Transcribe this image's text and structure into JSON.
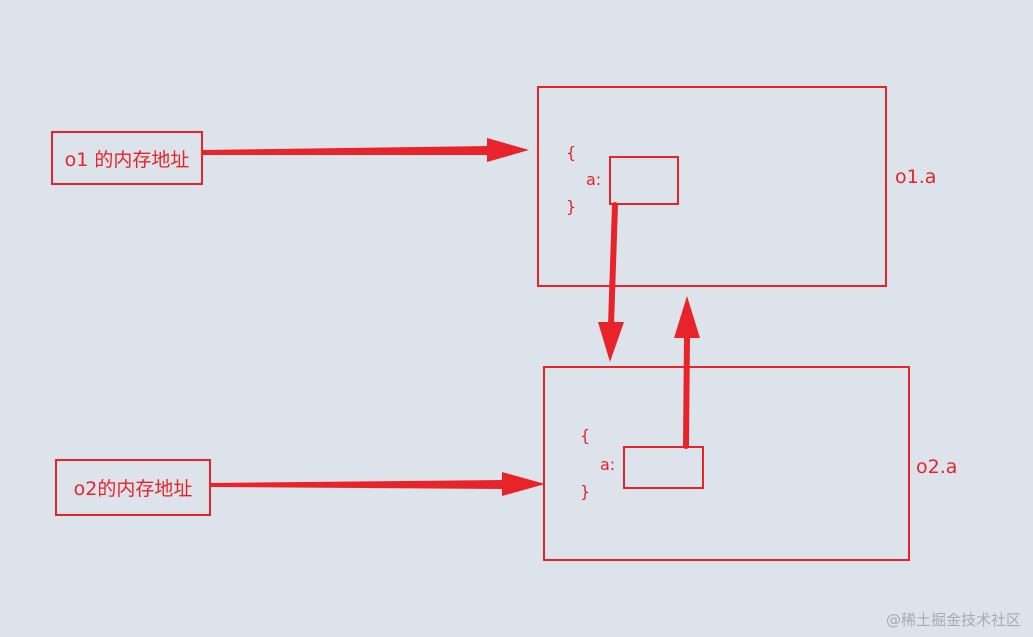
{
  "diagram": {
    "o1_address_label": "o1 的内存地址",
    "o2_address_label": "o2的内存地址",
    "o1": {
      "open_brace": "{",
      "key": "a:",
      "close_brace": "}",
      "side_label": "o1.a"
    },
    "o2": {
      "open_brace": "{",
      "key": "a:",
      "close_brace": "}",
      "side_label": "o2.a"
    }
  },
  "watermark": "@稀土掘金技术社区",
  "colors": {
    "background": "#dde3ea",
    "accent": "#e8232a",
    "watermark": "#a6acb3"
  }
}
